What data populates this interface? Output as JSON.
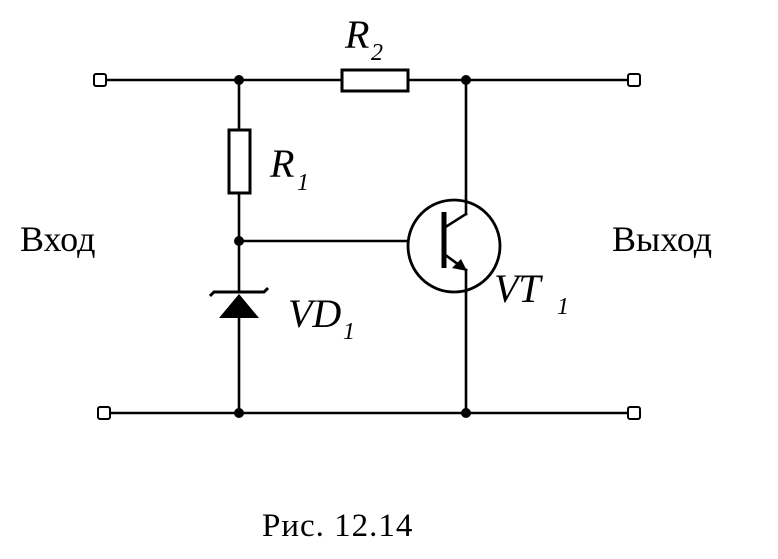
{
  "labels": {
    "r2": {
      "main": "R",
      "sub": "2"
    },
    "r1": {
      "main": "R",
      "sub": "1"
    },
    "vd1": {
      "main": "VD",
      "sub": "1"
    },
    "vt1": {
      "main": "VT",
      "sub": "1"
    },
    "input": "Вход",
    "output": "Выход"
  },
  "caption": "Рис. 12.14"
}
